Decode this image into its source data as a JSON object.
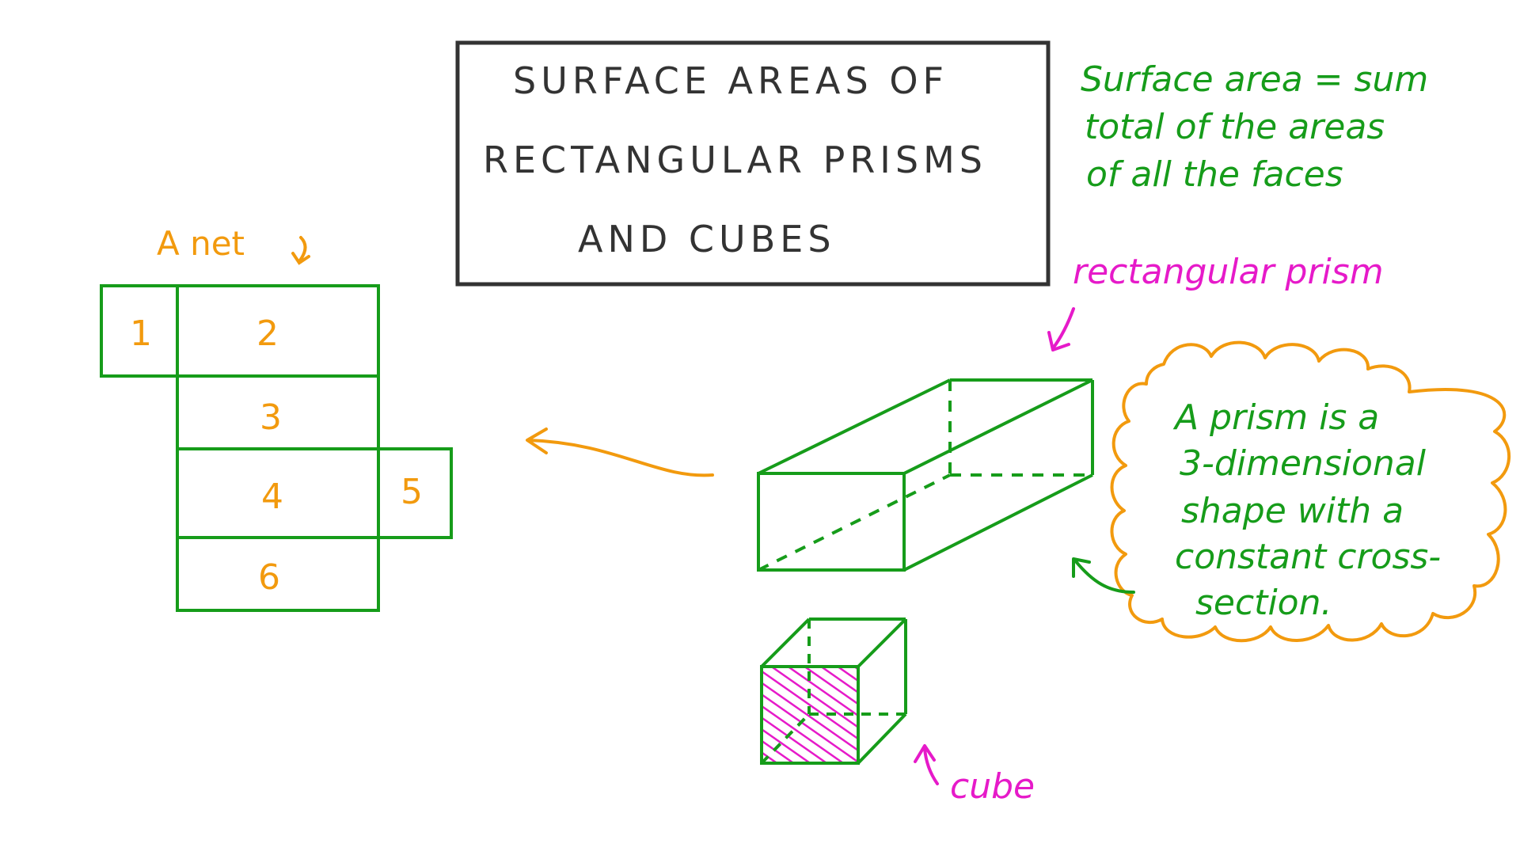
{
  "title": {
    "line1": "SURFACE  AREAS  OF",
    "line2": "RECTANGULAR  PRISMS",
    "line3": "AND  CUBES"
  },
  "definition": {
    "line1": "Surface area = sum",
    "line2": "total of the areas",
    "line3": "of all the faces"
  },
  "net": {
    "label": "A net",
    "faces": [
      "1",
      "2",
      "3",
      "4",
      "5",
      "6"
    ]
  },
  "labels": {
    "rectangular_prism": "rectangular prism",
    "cube": "cube"
  },
  "cloud": {
    "line1": "A prism is a",
    "line2": "3-dimensional",
    "line3": "shape with a",
    "line4": "constant cross-",
    "line5": "section."
  },
  "colors": {
    "title_box": "#333333",
    "green": "#169c1a",
    "orange": "#f29a0e",
    "pink": "#e61ac9"
  }
}
